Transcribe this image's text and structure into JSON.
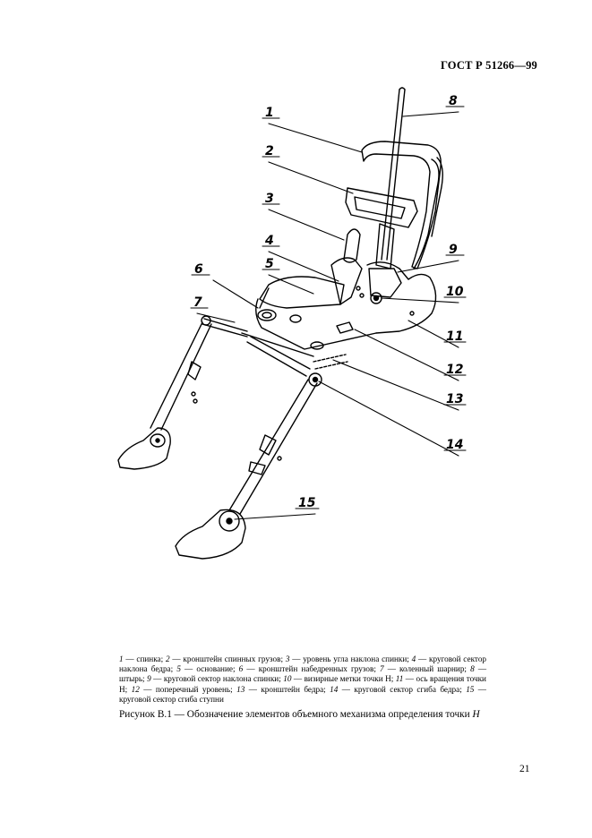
{
  "header": {
    "standard": "ГОСТ Р 51266—99"
  },
  "figure": {
    "callouts": [
      "1",
      "2",
      "3",
      "4",
      "5",
      "6",
      "7",
      "8",
      "9",
      "10",
      "11",
      "12",
      "13",
      "14",
      "15"
    ]
  },
  "legend": [
    {
      "n": "1",
      "text": "спинка;"
    },
    {
      "n": "2",
      "text": "кронштейн спинных грузов;"
    },
    {
      "n": "3",
      "text": "уровень угла наклона спинки;"
    },
    {
      "n": "4",
      "text": "круговой сектор наклона бедра;"
    },
    {
      "n": "5",
      "text": "основание;"
    },
    {
      "n": "6",
      "text": "кронштейн набедренных грузов;"
    },
    {
      "n": "7",
      "text": "коленный шарнир;"
    },
    {
      "n": "8",
      "text": "штырь;"
    },
    {
      "n": "9",
      "text": "круговой сектор наклона спинки;"
    },
    {
      "n": "10",
      "text": "визирные метки точки Н;"
    },
    {
      "n": "11",
      "text": "ось вращения точки Н;"
    },
    {
      "n": "12",
      "text": "поперечный уровень;"
    },
    {
      "n": "13",
      "text": "кронштейн бедра;"
    },
    {
      "n": "14",
      "text": "круговой сектор сгиба бедра;"
    },
    {
      "n": "15",
      "text": "круговой сектор сгиба ступни"
    }
  ],
  "legend_sep": "—",
  "caption": {
    "prefix": "Рисунок В.1 — Обозначение элементов объемного механизма определения точки",
    "point": "Н"
  },
  "page_number": "21"
}
